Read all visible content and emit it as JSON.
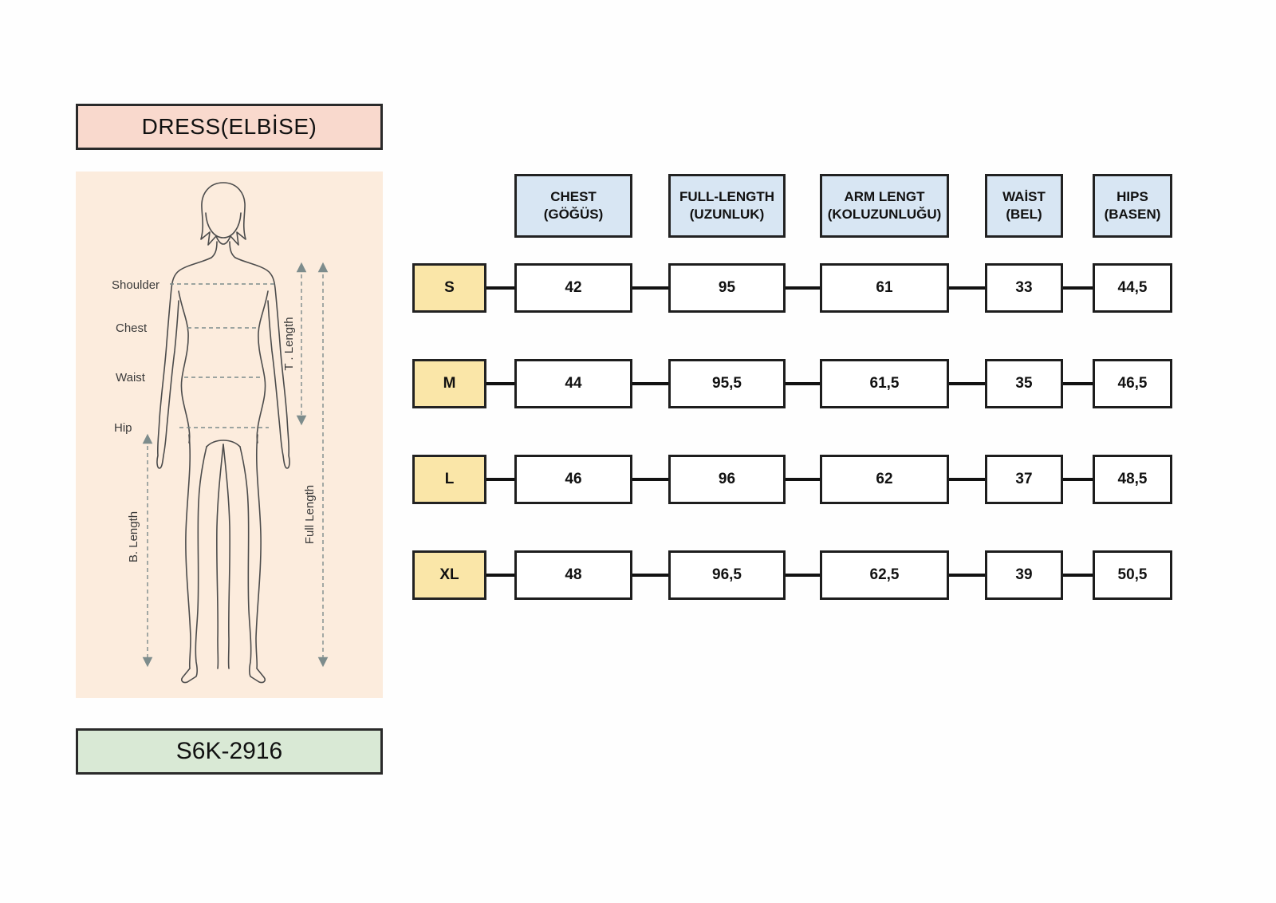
{
  "product": {
    "title": "DRESS(ELBİSE)",
    "code": "S6K-2916"
  },
  "figure": {
    "labels": {
      "shoulder": "Shoulder",
      "chest": "Chest",
      "waist": "Waist",
      "hip": "Hip",
      "t_length": "T . Length",
      "full_length": "Full Length",
      "b_length": "B. Length"
    }
  },
  "chart_data": {
    "type": "table",
    "title": "DRESS(ELBİSE) size chart",
    "columns": [
      "CHEST (GÖĞÜS)",
      "FULL-LENGTH (UZUNLUK)",
      "ARM LENGT (KOLUZUNLUĞU)",
      "WAİST (BEL)",
      "HIPS (BASEN)"
    ],
    "rows": [
      {
        "size": "S",
        "values": [
          "42",
          "95",
          "61",
          "33",
          "44,5"
        ]
      },
      {
        "size": "M",
        "values": [
          "44",
          "95,5",
          "61,5",
          "35",
          "46,5"
        ]
      },
      {
        "size": "L",
        "values": [
          "46",
          "96",
          "62",
          "37",
          "48,5"
        ]
      },
      {
        "size": "XL",
        "values": [
          "48",
          "96,5",
          "62,5",
          "39",
          "50,5"
        ]
      }
    ]
  },
  "colors": {
    "title_bg": "#f9d9cd",
    "figure_bg": "#fcecdd",
    "code_bg": "#d9e9d5",
    "header_bg": "#d8e6f3",
    "size_bg": "#fae6a8",
    "line": "#121212"
  }
}
